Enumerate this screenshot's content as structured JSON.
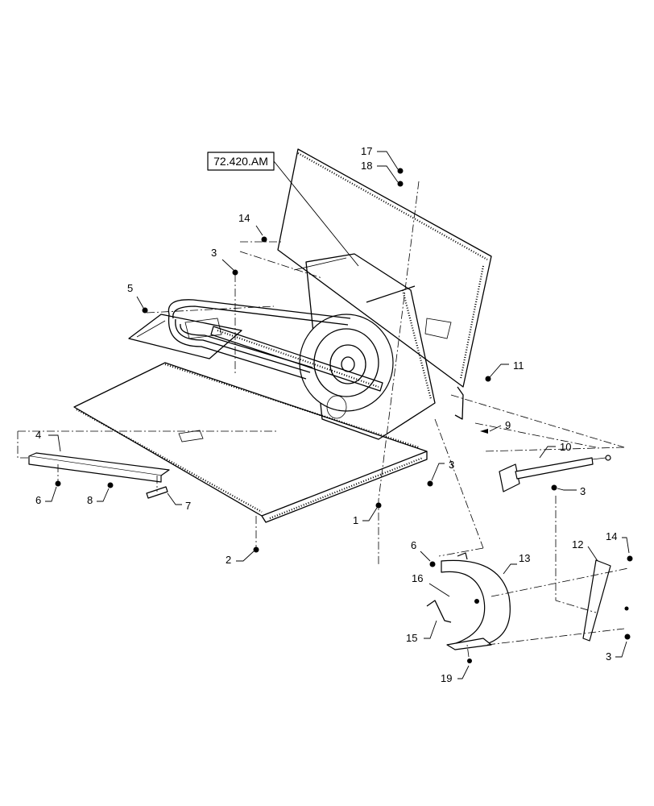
{
  "reference_box": {
    "label": "72.420.AM"
  },
  "callouts": [
    {
      "id": "c17",
      "text": "17"
    },
    {
      "id": "c18",
      "text": "18"
    },
    {
      "id": "c14a",
      "text": "14"
    },
    {
      "id": "c3a",
      "text": "3"
    },
    {
      "id": "c5",
      "text": "5"
    },
    {
      "id": "c11",
      "text": "11"
    },
    {
      "id": "c9",
      "text": "9"
    },
    {
      "id": "c4",
      "text": "4"
    },
    {
      "id": "c10",
      "text": "10"
    },
    {
      "id": "c3b",
      "text": "3"
    },
    {
      "id": "c3c",
      "text": "3"
    },
    {
      "id": "c6a",
      "text": "6"
    },
    {
      "id": "c8",
      "text": "8"
    },
    {
      "id": "c7",
      "text": "7"
    },
    {
      "id": "c1",
      "text": "1"
    },
    {
      "id": "c2",
      "text": "2"
    },
    {
      "id": "c6b",
      "text": "6"
    },
    {
      "id": "c13",
      "text": "13"
    },
    {
      "id": "c16",
      "text": "16"
    },
    {
      "id": "c15",
      "text": "15"
    },
    {
      "id": "c12",
      "text": "12"
    },
    {
      "id": "c14b",
      "text": "14"
    },
    {
      "id": "c3d",
      "text": "3"
    },
    {
      "id": "c19",
      "text": "19"
    }
  ]
}
